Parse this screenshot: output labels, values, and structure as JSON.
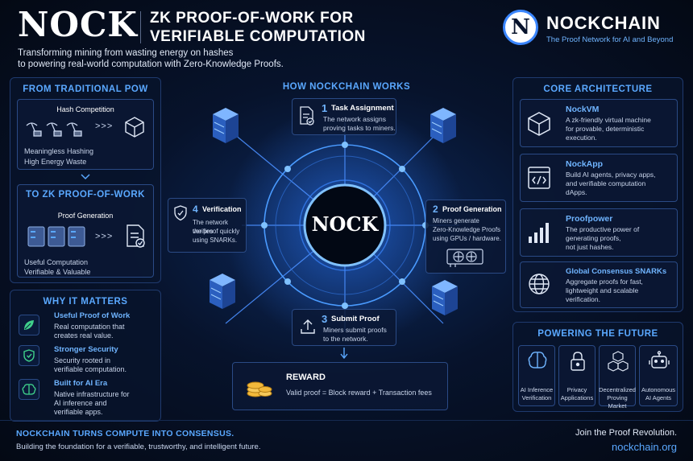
{
  "header": {
    "logo_word": "NOCK",
    "title_line1": "ZK PROOF-OF-WORK FOR",
    "title_line2": "VERIFIABLE COMPUTATION",
    "subtitle_line1": "Transforming mining from wasting energy on hashes",
    "subtitle_line2": "to powering real-world computation with Zero-Knowledge Proofs.",
    "brand_letter": "N",
    "brand_name": "NOCKCHAIN",
    "brand_tagline": "The Proof Network for AI and Beyond"
  },
  "left": {
    "from_title": "FROM TRADITIONAL POW",
    "hash_title": "Hash Competition",
    "hash_line1": "Meaningless Hashing",
    "hash_line2": "High Energy Waste",
    "arrows": ">>>",
    "zk_title": "TO ZK PROOF-OF-WORK",
    "proof_title": "Proof Generation",
    "proof_line1": "Useful Computation",
    "proof_line2": "Verifiable & Valuable",
    "why_title": "WHY IT MATTERS",
    "why": [
      {
        "title": "Useful Proof of Work",
        "line1": "Real computation that",
        "line2": "creates real value.",
        "line3": ""
      },
      {
        "title": "Stronger Security",
        "line1": "Security rooted in",
        "line2": "verifiable computation.",
        "line3": ""
      },
      {
        "title": "Built for AI Era",
        "line1": "Native infrastructure for",
        "line2": "AI inference and",
        "line3": "verifiable apps."
      }
    ]
  },
  "center": {
    "title": "HOW NOCKCHAIN WORKS",
    "core": "NOCK",
    "steps": [
      {
        "num": "1",
        "title": "Task Assignment",
        "line1": "The network assigns",
        "line2": "proving tasks to miners.",
        "line3": ""
      },
      {
        "num": "2",
        "title": "Proof Generation",
        "line1": "Miners generate",
        "line2": "Zero-Knowledge Proofs",
        "line3": "using GPUs / hardware."
      },
      {
        "num": "3",
        "title": "Submit Proof",
        "line1": "Miners submit proofs",
        "line2": "to the network.",
        "line3": ""
      },
      {
        "num": "4",
        "title": "Verification",
        "line1": "The network verifies",
        "line2": "the proof quickly",
        "line3": "using SNARKs."
      }
    ],
    "reward_title": "REWARD",
    "reward_text": "Valid proof = Block reward + Transaction fees"
  },
  "right": {
    "arch_title": "CORE ARCHITECTURE",
    "arch": [
      {
        "title": "NockVM",
        "line1": "A zk-friendly virtual machine",
        "line2": "for provable, deterministic",
        "line3": "execution."
      },
      {
        "title": "NockApp",
        "line1": "Build AI agents, privacy apps,",
        "line2": "and verifiable computation",
        "line3": "dApps."
      },
      {
        "title": "Proofpower",
        "line1": "The productive power of",
        "line2": "generating proofs,",
        "line3": "not just hashes."
      },
      {
        "title": "Global Consensus SNARKs",
        "line1": "Aggregate proofs for fast,",
        "line2": "lightweight and scalable",
        "line3": "verification."
      }
    ],
    "future_title": "POWERING THE FUTURE",
    "future": [
      {
        "line1": "AI Inference",
        "line2": "Verification"
      },
      {
        "line1": "Privacy",
        "line2": "Applications"
      },
      {
        "line1": "Decentralized",
        "line2": "Proving Market"
      },
      {
        "line1": "Autonomous",
        "line2": "AI Agents"
      }
    ]
  },
  "footer": {
    "headline": "NOCKCHAIN TURNS COMPUTE INTO CONSENSUS.",
    "sub": "Building the foundation for a verifiable, trustworthy, and intelligent future.",
    "cta": "Join the Proof Revolution.",
    "url": "nockchain.org"
  },
  "colors": {
    "accent": "#5aa8ff",
    "background": "#050b1a",
    "gold": "#f2b93b",
    "green": "#3fd08a"
  }
}
